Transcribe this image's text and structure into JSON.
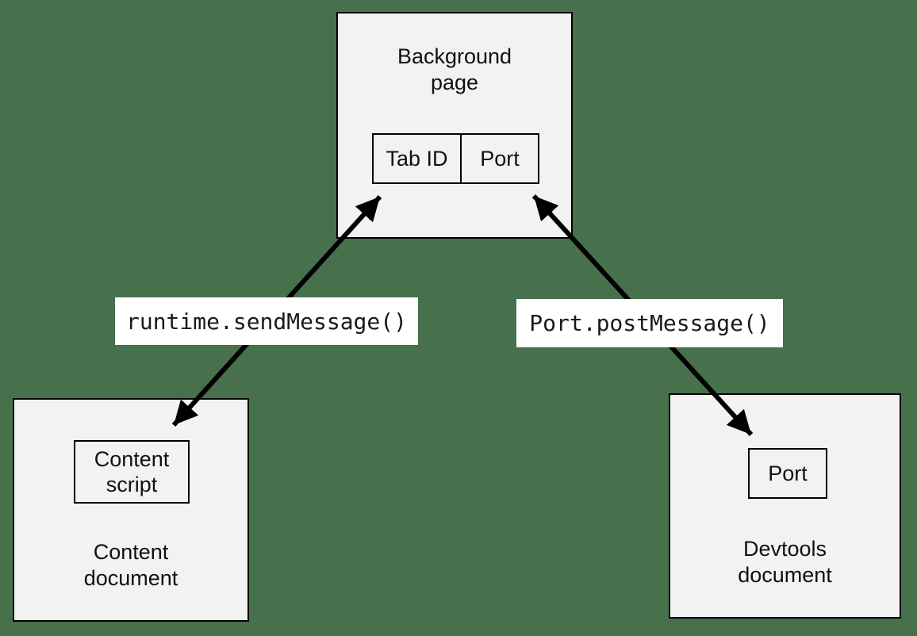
{
  "diagram": {
    "background_color": "#47704d",
    "box_fill": "#f2f2f2",
    "box_border": "#000000",
    "arrow_color": "#000000",
    "label_fill": "#ffffff"
  },
  "nodes": {
    "background_page": {
      "title_line1": "Background",
      "title_line2": "page",
      "cells": {
        "tab_id": "Tab ID",
        "port": "Port"
      }
    },
    "content_document": {
      "title_line1": "Content",
      "title_line2": "document",
      "inner_line1": "Content",
      "inner_line2": "script"
    },
    "devtools_document": {
      "title_line1": "Devtools",
      "title_line2": "document",
      "inner": "Port"
    }
  },
  "edges": {
    "runtime_send_message": "runtime.sendMessage()",
    "port_post_message": "Port.postMessage()"
  }
}
